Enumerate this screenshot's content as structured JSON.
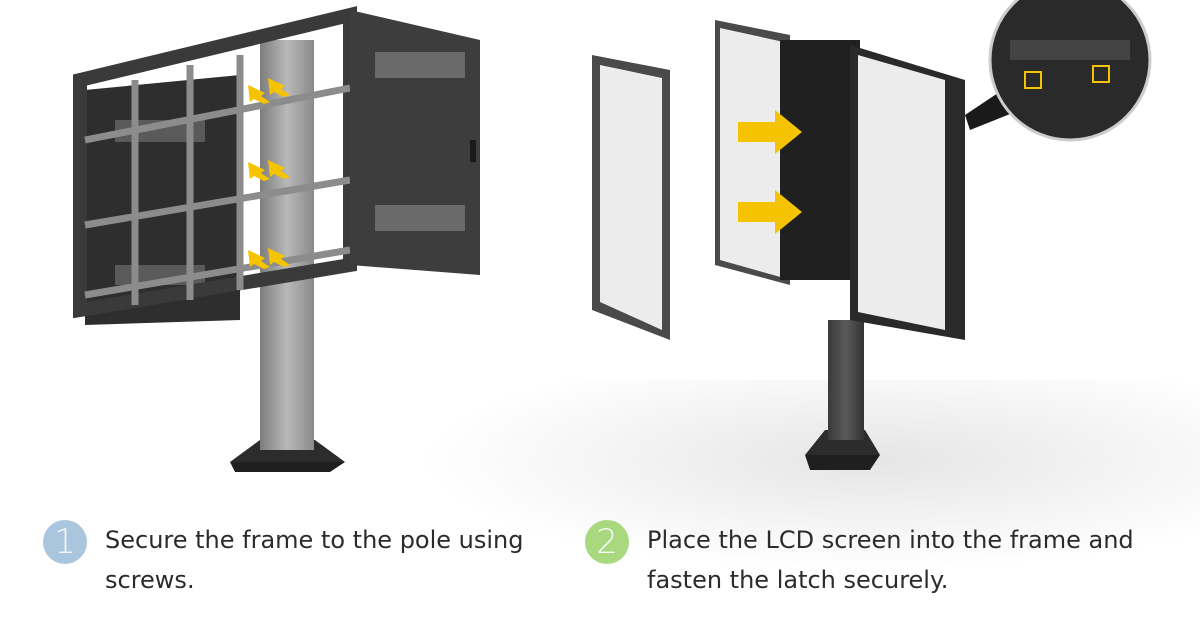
{
  "steps": [
    {
      "number": "1",
      "text": "Secure the frame to the pole using screws.",
      "badge_color": "#a9c6de"
    },
    {
      "number": "2",
      "text": "Place the LCD screen into the frame and fasten the latch securely.",
      "badge_color": "#a9d97f"
    }
  ],
  "colors": {
    "arrow": "#f5c300",
    "frame": "#3a3a3a",
    "pole": "#9a9a9a",
    "panel": "#ececec"
  }
}
